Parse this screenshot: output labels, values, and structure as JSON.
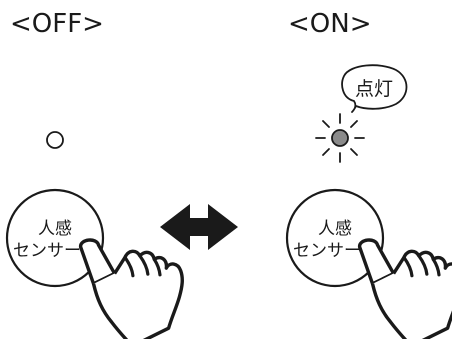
{
  "off_state": {
    "title": "<OFF>",
    "indicator": "unlit",
    "button": {
      "line1": "人感",
      "line2": "センサー"
    }
  },
  "on_state": {
    "title": "<ON>",
    "indicator": "lit",
    "callout": "点灯",
    "button": {
      "line1": "人感",
      "line2": "センサー"
    }
  },
  "transition": {
    "icon": "double-arrow-icon"
  },
  "colors": {
    "ink": "#1a1a1a",
    "lamp_lit": "#8a8a8a",
    "background": "#ffffff"
  }
}
